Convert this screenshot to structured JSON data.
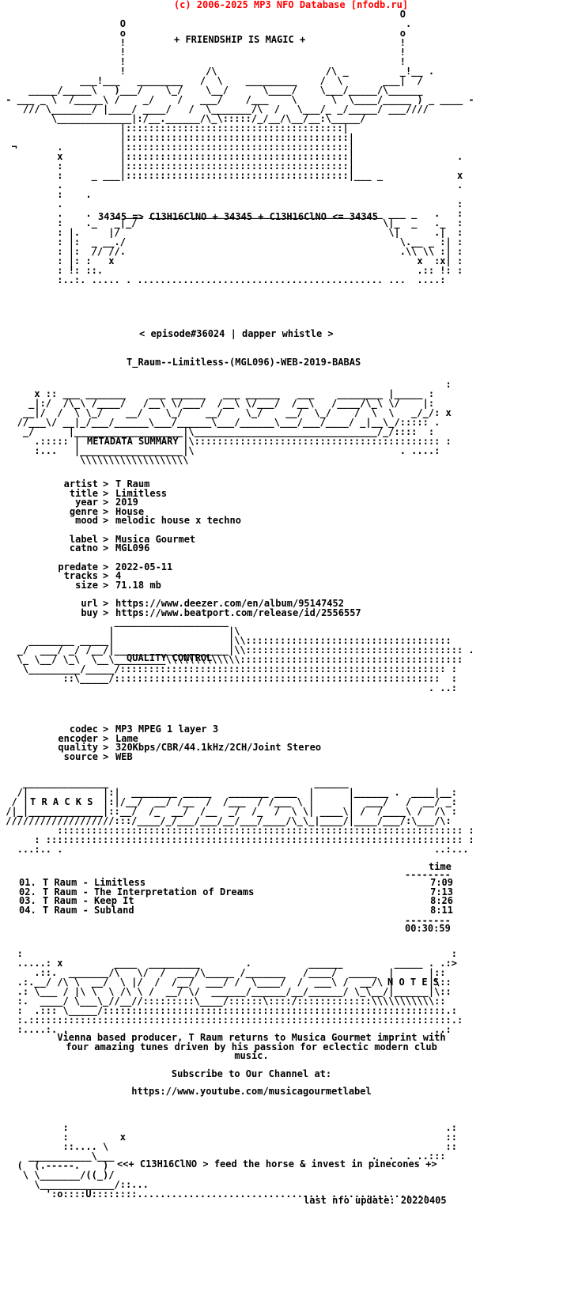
{
  "banner": {
    "text": "(c) 2006-2025 MP3 NFO Database [nfodb.ru]",
    "color": "#ff0000"
  },
  "header": {
    "motto": "+ FRIENDSHIP IS MAGIC +",
    "formula": "34345 => C13H16ClNO + 34345 + C13H16ClNO <= 34345",
    "episode": "< episode#36024 | dapper whistle >",
    "release_name": "T_Raum--Limitless-(MGL096)-WEB-2019-BABAS"
  },
  "metadata": {
    "heading": "METADATA SUMMARY",
    "fields": [
      {
        "key": "artist",
        "value": "T Raum"
      },
      {
        "key": "title",
        "value": "Limitless"
      },
      {
        "key": "year",
        "value": "2019"
      },
      {
        "key": "genre",
        "value": "House"
      },
      {
        "key": "mood",
        "value": "melodic house x techno"
      },
      {
        "key": "label",
        "value": "Musica Gourmet"
      },
      {
        "key": "catno",
        "value": "MGL096"
      },
      {
        "key": "predate",
        "value": "2022-05-11"
      },
      {
        "key": "tracks",
        "value": "4"
      },
      {
        "key": "size",
        "value": "71.18 mb"
      },
      {
        "key": "url",
        "value": "https://www.deezer.com/en/album/95147452"
      },
      {
        "key": "buy",
        "value": "https://www.beatport.com/release/id/2556557"
      }
    ]
  },
  "quality": {
    "heading": "QUALITY CONTROL",
    "fields": [
      {
        "key": "codec",
        "value": "MP3 MPEG 1 layer 3"
      },
      {
        "key": "encoder",
        "value": "Lame"
      },
      {
        "key": "quality",
        "value": "320Kbps/CBR/44.1kHz/2CH/Joint Stereo"
      },
      {
        "key": "source",
        "value": "WEB"
      }
    ]
  },
  "tracks": {
    "heading": "T R A C K S",
    "time_header": "time",
    "items": [
      {
        "num": "01.",
        "title": "T Raum - Limitless",
        "time": "7:09"
      },
      {
        "num": "02.",
        "title": "T Raum - The Interpretation of Dreams",
        "time": "7:13"
      },
      {
        "num": "03.",
        "title": "T Raum - Keep It",
        "time": "8:26"
      },
      {
        "num": "04.",
        "title": "T Raum - Subland",
        "time": "8:11"
      }
    ],
    "total": "00:30:59"
  },
  "notes": {
    "heading": "N O T E S",
    "paragraph_lines": [
      "Vienna based producer, T Raum returns to Musica Gourmet imprint with",
      "four amazing tunes driven by his passion for eclectic modern club",
      "music."
    ],
    "subscribe": "Subscribe to Our Channel at:",
    "channel_url": "https://www.youtube.com/musicagourmetlabel"
  },
  "footer": {
    "tagline": "<<+ C13H16ClNO > feed the horse & invest in pinecones +>",
    "last_update": "last nfo update: 20220405"
  }
}
